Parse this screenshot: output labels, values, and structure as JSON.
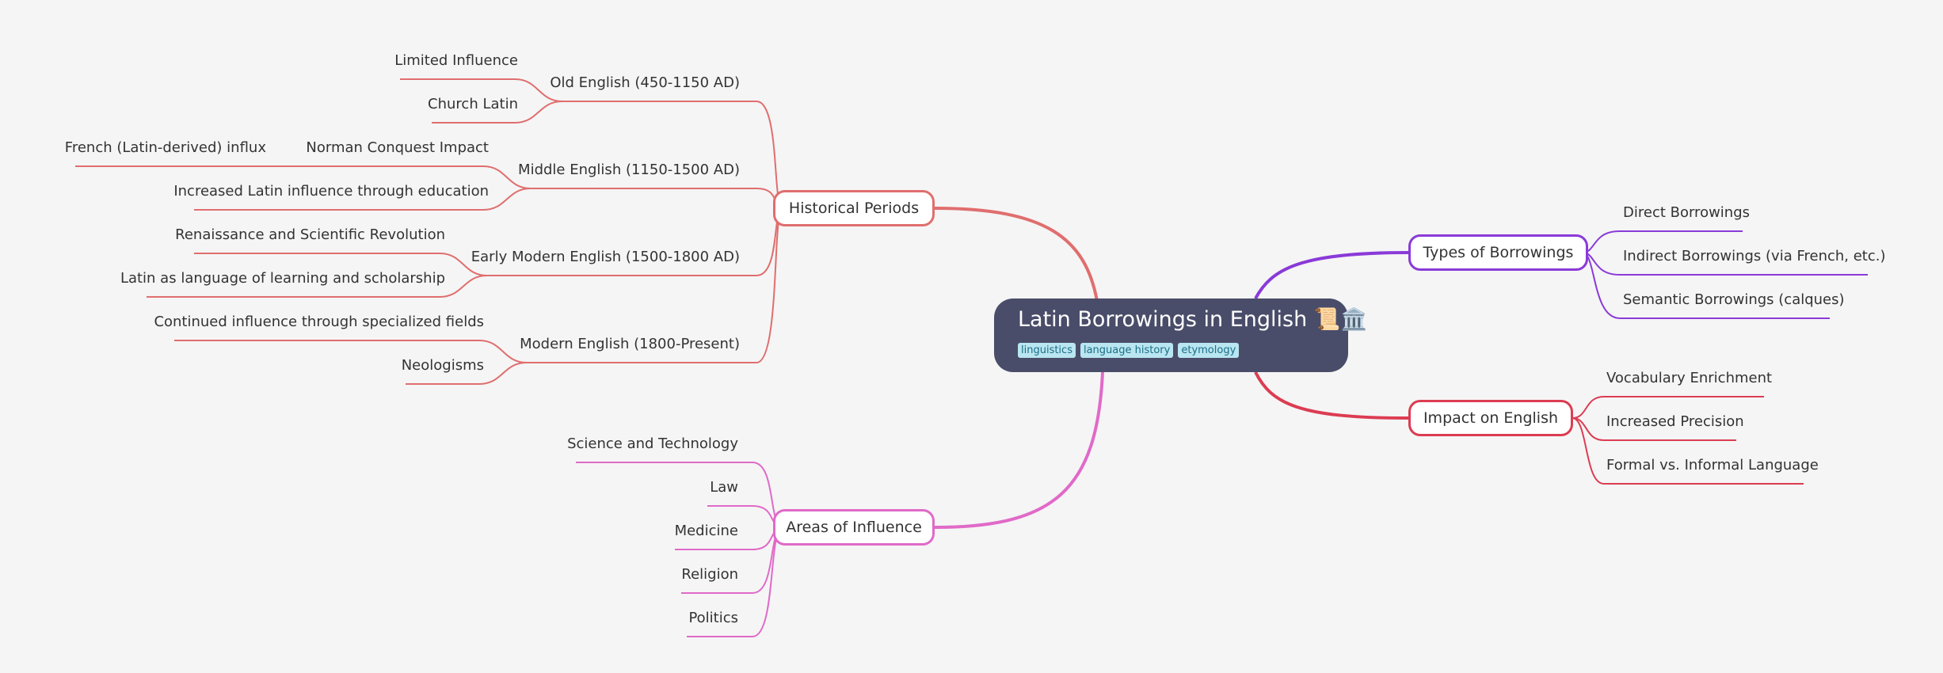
{
  "root": {
    "title": "Latin Borrowings in English 📜🏛️",
    "tags": [
      "linguistics",
      "language history",
      "etymology"
    ]
  },
  "branches": {
    "historical_periods": {
      "label": "Historical Periods",
      "color": "#e06e6e",
      "children": [
        {
          "label": "Old English (450-1150 AD)",
          "children": [
            "Limited Influence",
            "Church Latin"
          ]
        },
        {
          "label": "Middle English (1150-1500 AD)",
          "children": [
            "Norman Conquest Impact",
            "Increased Latin influence through education"
          ],
          "grandchild": "French (Latin-derived) influx"
        },
        {
          "label": "Early Modern English (1500-1800 AD)",
          "children": [
            "Renaissance and Scientific Revolution",
            "Latin as language of learning and scholarship"
          ]
        },
        {
          "label": "Modern English (1800-Present)",
          "children": [
            "Continued influence through specialized fields",
            "Neologisms"
          ]
        }
      ]
    },
    "areas_of_influence": {
      "label": "Areas of Influence",
      "color": "#e06ac8",
      "children": [
        "Science and Technology",
        "Law",
        "Medicine",
        "Religion",
        "Politics"
      ]
    },
    "types_of_borrowings": {
      "label": "Types of Borrowings",
      "color": "#8a3ad8",
      "children": [
        "Direct Borrowings",
        "Indirect Borrowings (via French, etc.)",
        "Semantic Borrowings (calques)"
      ]
    },
    "impact_on_english": {
      "label": "Impact on English",
      "color": "#dc3c52",
      "children": [
        "Vocabulary Enrichment",
        "Increased Precision",
        "Formal vs. Informal Language"
      ]
    }
  }
}
